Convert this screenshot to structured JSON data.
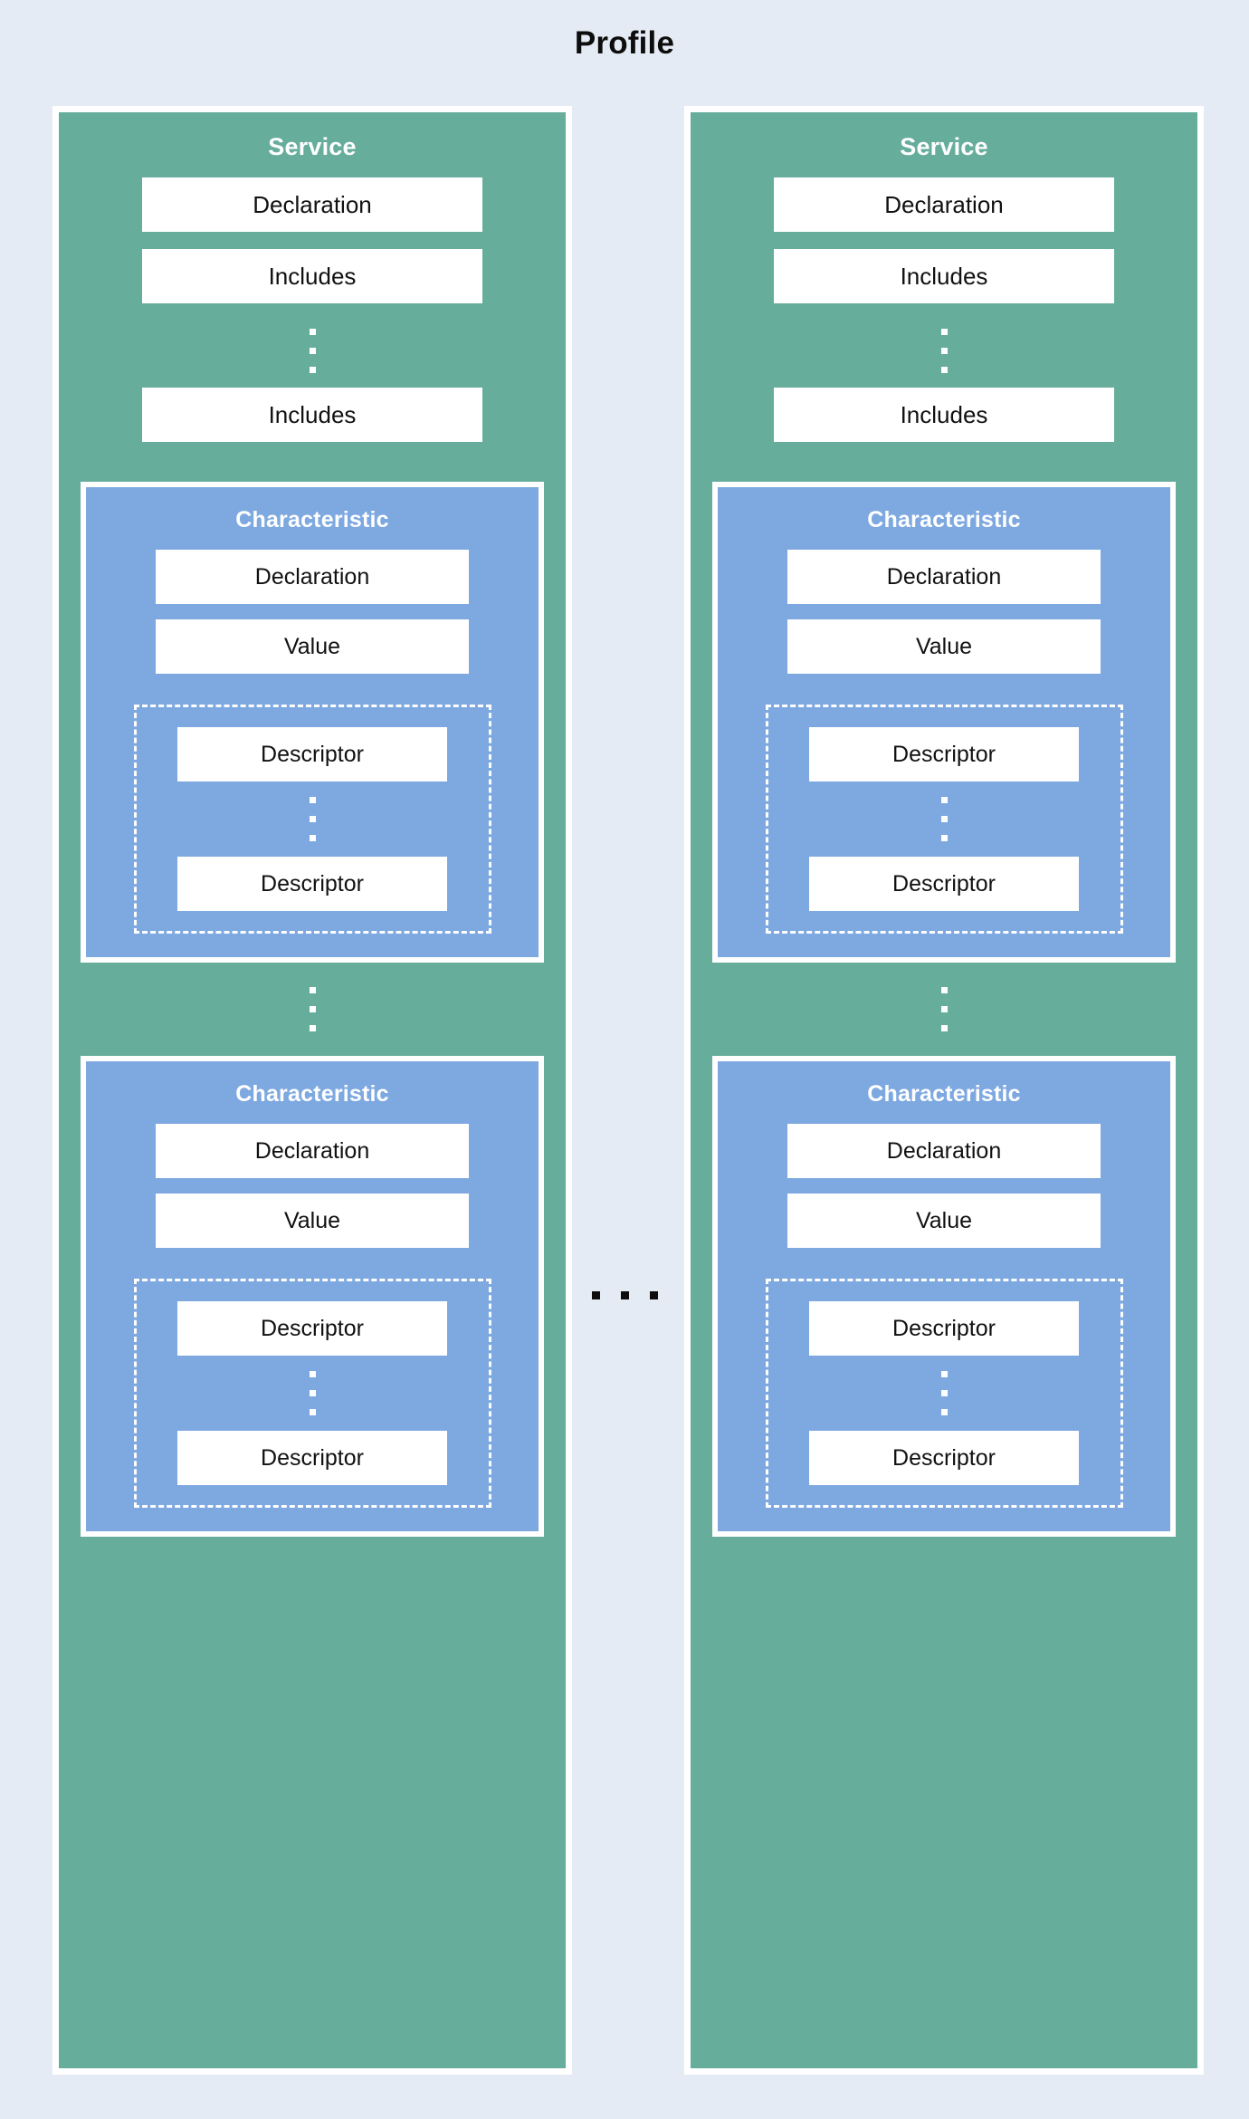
{
  "diagram": {
    "title": "Profile",
    "background_color": "#e5ebf4",
    "service_color": "#66ad9c",
    "characteristic_color": "#7da8e0",
    "box_color": "#ffffff",
    "border_color": "#ffffff",
    "text_dark": "#111111",
    "text_light": "#ffffff",
    "horizontal_ellipsis_label": "...",
    "vertical_ellipsis_label": "⋮",
    "services": [
      {
        "title": "Service",
        "items": [
          {
            "label": "Declaration"
          },
          {
            "label": "Includes"
          },
          {
            "label": "Includes"
          }
        ],
        "characteristics": [
          {
            "title": "Characteristic",
            "declaration_label": "Declaration",
            "value_label": "Value",
            "descriptors": [
              {
                "label": "Descriptor"
              },
              {
                "label": "Descriptor"
              }
            ]
          },
          {
            "title": "Characteristic",
            "declaration_label": "Declaration",
            "value_label": "Value",
            "descriptors": [
              {
                "label": "Descriptor"
              },
              {
                "label": "Descriptor"
              }
            ]
          }
        ]
      },
      {
        "title": "Service",
        "items": [
          {
            "label": "Declaration"
          },
          {
            "label": "Includes"
          },
          {
            "label": "Includes"
          }
        ],
        "characteristics": [
          {
            "title": "Characteristic",
            "declaration_label": "Declaration",
            "value_label": "Value",
            "descriptors": [
              {
                "label": "Descriptor"
              },
              {
                "label": "Descriptor"
              }
            ]
          },
          {
            "title": "Characteristic",
            "declaration_label": "Declaration",
            "value_label": "Value",
            "descriptors": [
              {
                "label": "Descriptor"
              },
              {
                "label": "Descriptor"
              }
            ]
          }
        ]
      }
    ]
  }
}
